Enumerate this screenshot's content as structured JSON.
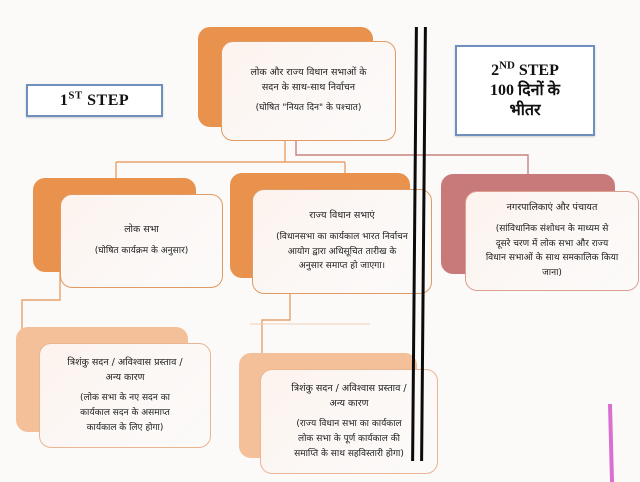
{
  "page": {
    "title": "एक राष्ट्र एक चुनाव - चरणबद्ध कार्यान्वयन आरेख",
    "background_color": "#fbfaf9"
  },
  "colors": {
    "orange_shadow": "#e8924e",
    "rose_shadow": "#c87a7a",
    "peach_shadow": "#f3c09a",
    "card_border_orange": "#e09a62",
    "card_face": "#fdf3ee",
    "step_border_blue": "#6f8fbd",
    "divider_black": "#0b0b0b",
    "accent_magenta": "#d96fd0",
    "connector_orange": "#e8a06a",
    "connector_rose": "#c8837f"
  },
  "steps": {
    "step1": {
      "number": "1",
      "ordinal": "ST",
      "word": "STEP",
      "full_label": "1ST STEP"
    },
    "step2": {
      "number": "2",
      "ordinal": "ND",
      "word": "STEP",
      "line2": "100 दिनों के",
      "line3": "भीतर",
      "full_label": "2ND STEP 100 दिनों के भीतर"
    }
  },
  "cards": {
    "top": {
      "title": "लोक और राज्य विधान सभाओं के\nसदन के साथ-साथ निर्वाचन",
      "sub": "(घोषित \"नियत दिन\" के पश्चात)"
    },
    "lok_sabha": {
      "title": "लोक सभा",
      "sub": "(घोषित कार्यक्रम के अनुसार)"
    },
    "rajya_vidhan_sabha": {
      "title": "राज्य विधान सभाएं",
      "sub": "(विधानसभा का कार्यकाल भारत निर्वाचन\nआयोग द्वारा अधिसूचित तारीख के\nअनुसार समाप्त हो जाएगा।"
    },
    "municipal": {
      "title": "नगरपालिकाएं और पंचायत",
      "sub": "(सांविधानिक संशोधन के माध्यम से\nदूसरे चरण में लोक सभा और राज्य\nविधान सभाओं के साथ समकालिक किया\nजाना)"
    },
    "hung_lok_sabha": {
      "title": "त्रिशंकु सदन / अविश्वास प्रस्ताव /\nअन्य कारण",
      "sub": "(लोक सभा के नए सदन का\nकार्यकाल सदन के असमाप्त\nकार्यकाल के लिए होगा)"
    },
    "hung_vidhan_sabha": {
      "title": "त्रिशंकु सदन / अविश्वास प्रस्ताव /\nअन्य कारण",
      "sub": "(राज्य विधान सभा का कार्यकाल\nलोक सभा के पूर्ण कार्यकाल की\nसमाप्ति के साथ सहविस्तारी होगा)"
    }
  },
  "decorations": {
    "divider": "vertical-double-black-line",
    "accent_mark": "magenta-vertical-stroke"
  }
}
